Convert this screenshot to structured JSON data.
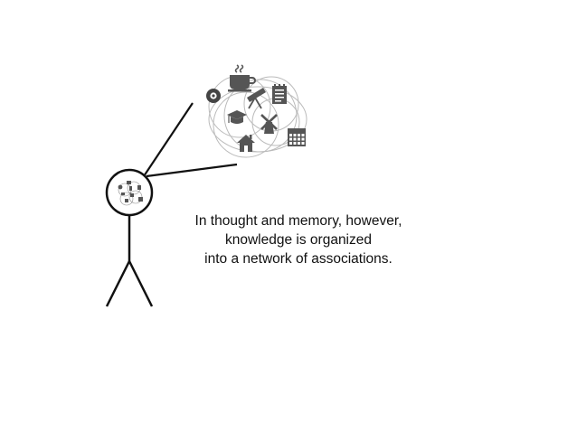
{
  "caption": {
    "line1": "In thought and memory, however,",
    "line2": "knowledge is organized",
    "line3": "into a network of associations."
  },
  "icons": [
    "coffee-cup-icon",
    "billiard-ball-icon",
    "telescope-icon",
    "notepad-icon",
    "graduation-cap-icon",
    "windmill-icon",
    "house-icon",
    "calendar-icon"
  ],
  "colors": {
    "ink": "#111111",
    "icon": "#555555",
    "network": "#bbbbbb"
  }
}
